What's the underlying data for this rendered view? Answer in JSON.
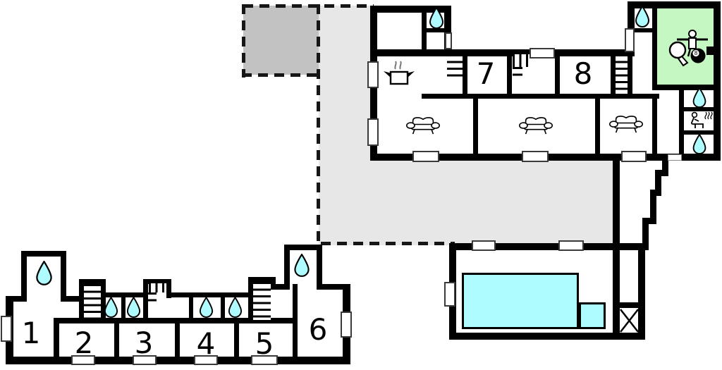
{
  "plan": {
    "rooms": {
      "r1": "1",
      "r2": "2",
      "r3": "3",
      "r4": "4",
      "r5": "5",
      "r6": "6",
      "r7": "7",
      "r8": "8"
    },
    "billiard_ball_label": "8",
    "colors": {
      "wall": "#000000",
      "water": "#aefcff",
      "game_room_floor": "#c5f7c2",
      "terrace": "#e7e7e7",
      "terrace_annex": "#c2c2c2",
      "background": "#ffffff"
    },
    "icons": [
      "water-drop-icon",
      "cooking-pot-icon",
      "sofa-icon",
      "foosball-player-icon",
      "table-tennis-paddle-icon",
      "billiard-8-ball-icon",
      "sauna-icon",
      "stairs-icon",
      "cross-marker-icon"
    ]
  }
}
